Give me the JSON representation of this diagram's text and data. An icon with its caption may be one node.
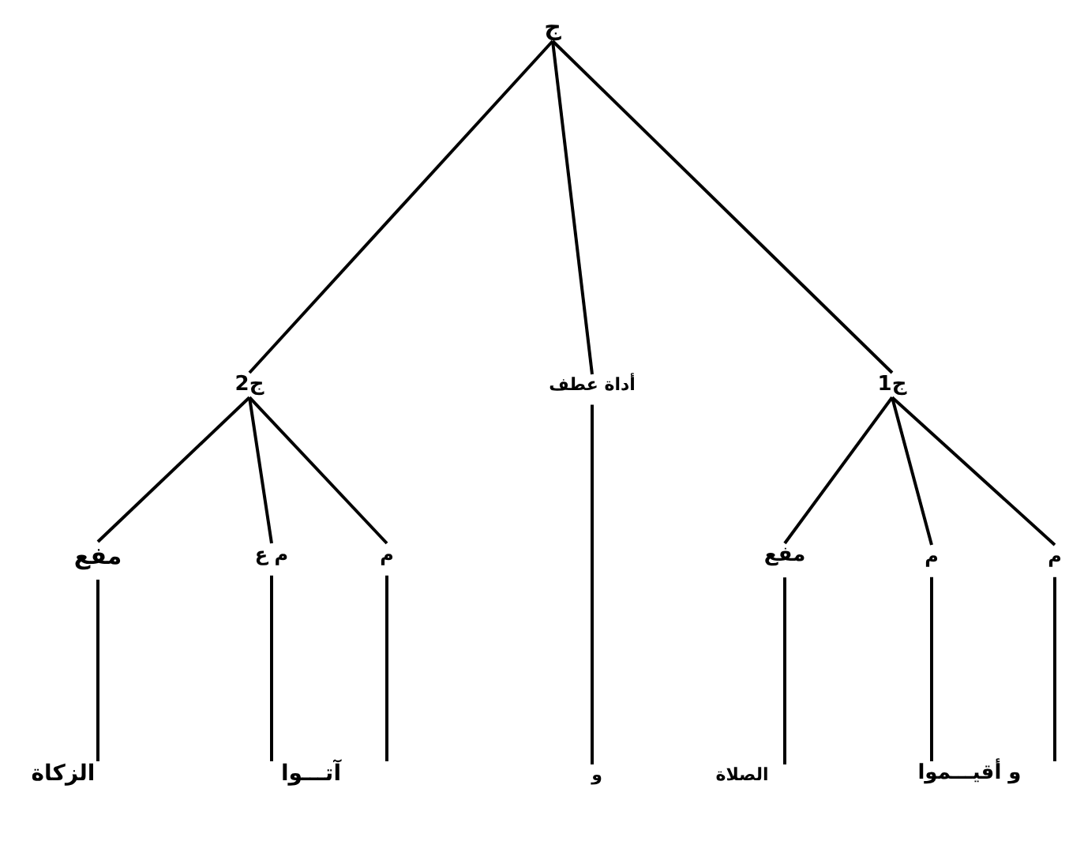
{
  "diagram": {
    "nodes": [
      {
        "text": [
          "ج"
        ]
      },
      {
        "text": [
          "ج2"
        ]
      },
      {
        "text": [
          "أداة عطف"
        ]
      },
      {
        "text": [
          "ج1"
        ]
      },
      {
        "text": [
          "مفع"
        ]
      },
      {
        "text": [
          "م ع"
        ]
      },
      {
        "text": [
          "م"
        ]
      },
      {
        "text": [
          "مفع"
        ]
      },
      {
        "text": [
          "م"
        ]
      },
      {
        "text": [
          "م"
        ]
      },
      {
        "text": [
          "الزكاة"
        ]
      },
      {
        "text": [
          "آتـــوا"
        ]
      },
      {
        "text": [
          "و"
        ]
      },
      {
        "text": [
          "الصلاة"
        ]
      },
      {
        "text": [
          "و أقيـــموا"
        ]
      }
    ],
    "edges": [
      {
        "from": 0,
        "to": 1,
        "arrow": "none"
      },
      {
        "from": 0,
        "to": 2,
        "arrow": "none"
      },
      {
        "from": 0,
        "to": 3,
        "arrow": "none"
      },
      {
        "from": 1,
        "to": 4,
        "arrow": "none"
      },
      {
        "from": 1,
        "to": 5,
        "arrow": "none"
      },
      {
        "from": 1,
        "to": 6,
        "arrow": "none"
      },
      {
        "from": 3,
        "to": 7,
        "arrow": "none"
      },
      {
        "from": 3,
        "to": 8,
        "arrow": "none"
      },
      {
        "from": 3,
        "to": 9,
        "arrow": "none"
      },
      {
        "from": 4,
        "to": 10,
        "arrow": "none"
      },
      {
        "from": 5,
        "to": 11,
        "arrow": "none"
      },
      {
        "from": 6,
        "to": 11,
        "arrow": "none"
      },
      {
        "from": 2,
        "to": 12,
        "arrow": "none"
      },
      {
        "from": 7,
        "to": 13,
        "arrow": "none"
      },
      {
        "from": 8,
        "to": 14,
        "arrow": "none"
      },
      {
        "from": 9,
        "to": 14,
        "arrow": "none"
      }
    ]
  }
}
